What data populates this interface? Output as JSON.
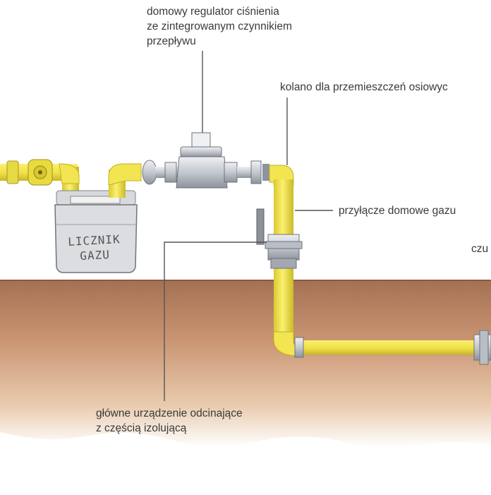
{
  "labels": {
    "regulator": [
      "domowy regulator ciśnienia",
      "ze zintegrowanym czynnikiem",
      "przepływu"
    ],
    "elbow": "kolano dla przemieszczeń osiowyc",
    "house_connection": "przyłącze domowe gazu",
    "cut_label": "czu",
    "shutoff": [
      "główne urządzenie odcinające",
      "z częścią izolującą"
    ],
    "meter": [
      "LICZNIK",
      "GAZU"
    ]
  },
  "colors": {
    "pipe_yellow": "#f2e54a",
    "pipe_shadow": "#c9b92a",
    "soil_top": "#a56a4a",
    "soil_bottom": "#efd9c2",
    "metal": "#c9ccd2",
    "leader_line": "#555555"
  }
}
